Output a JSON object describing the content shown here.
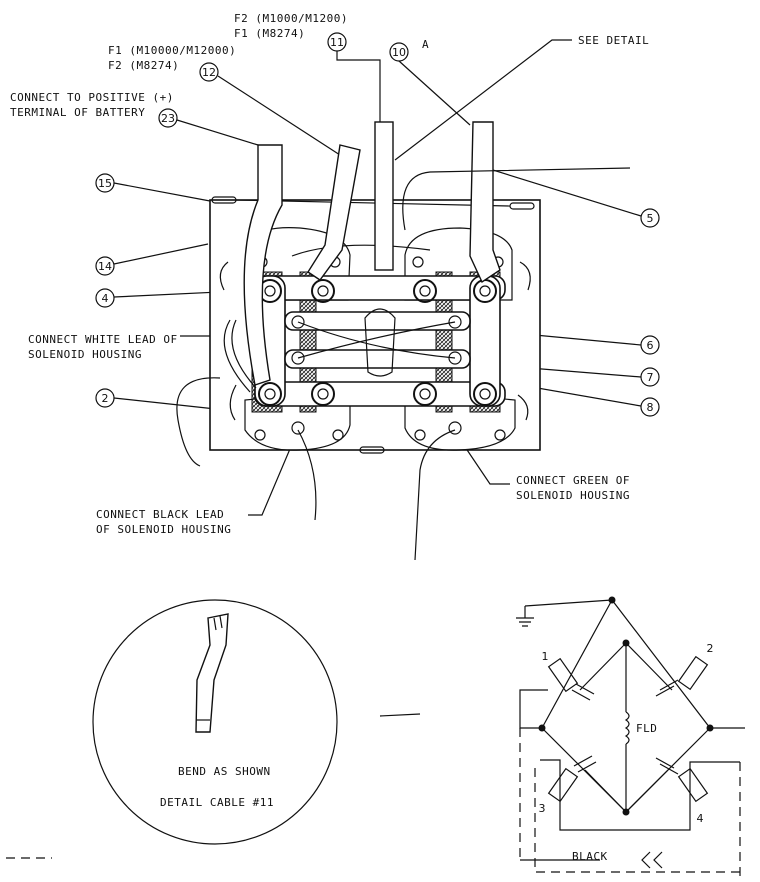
{
  "labels": {
    "f2_top": "F2 (M1000/M1200)",
    "f1_top": "F1 (M8274)",
    "f1_mid": "F1 (M10000/M12000)",
    "f2_mid": "F2 (M8274)",
    "connect_positive_1": "CONNECT TO POSITIVE (+)",
    "connect_positive_2": "TERMINAL OF BATTERY",
    "see_detail": "SEE DETAIL",
    "detail_letter": "A",
    "white_lead_1": "CONNECT WHITE LEAD OF",
    "white_lead_2": "SOLENOID HOUSING",
    "black_lead_1": "CONNECT BLACK LEAD",
    "black_lead_2": "OF SOLENOID HOUSING",
    "green_lead_1": "CONNECT GREEN OF",
    "green_lead_2": "SOLENOID HOUSING",
    "bend_as_shown": "BEND AS SHOWN",
    "detail_cable": "DETAIL  CABLE #11",
    "fld": "FLD",
    "black": "BLACK"
  },
  "callouts": [
    "23",
    "12",
    "11",
    "10",
    "15",
    "14",
    "4",
    "2",
    "5",
    "6",
    "7",
    "8"
  ],
  "schematic_numbers": [
    "1",
    "2",
    "3",
    "4"
  ]
}
